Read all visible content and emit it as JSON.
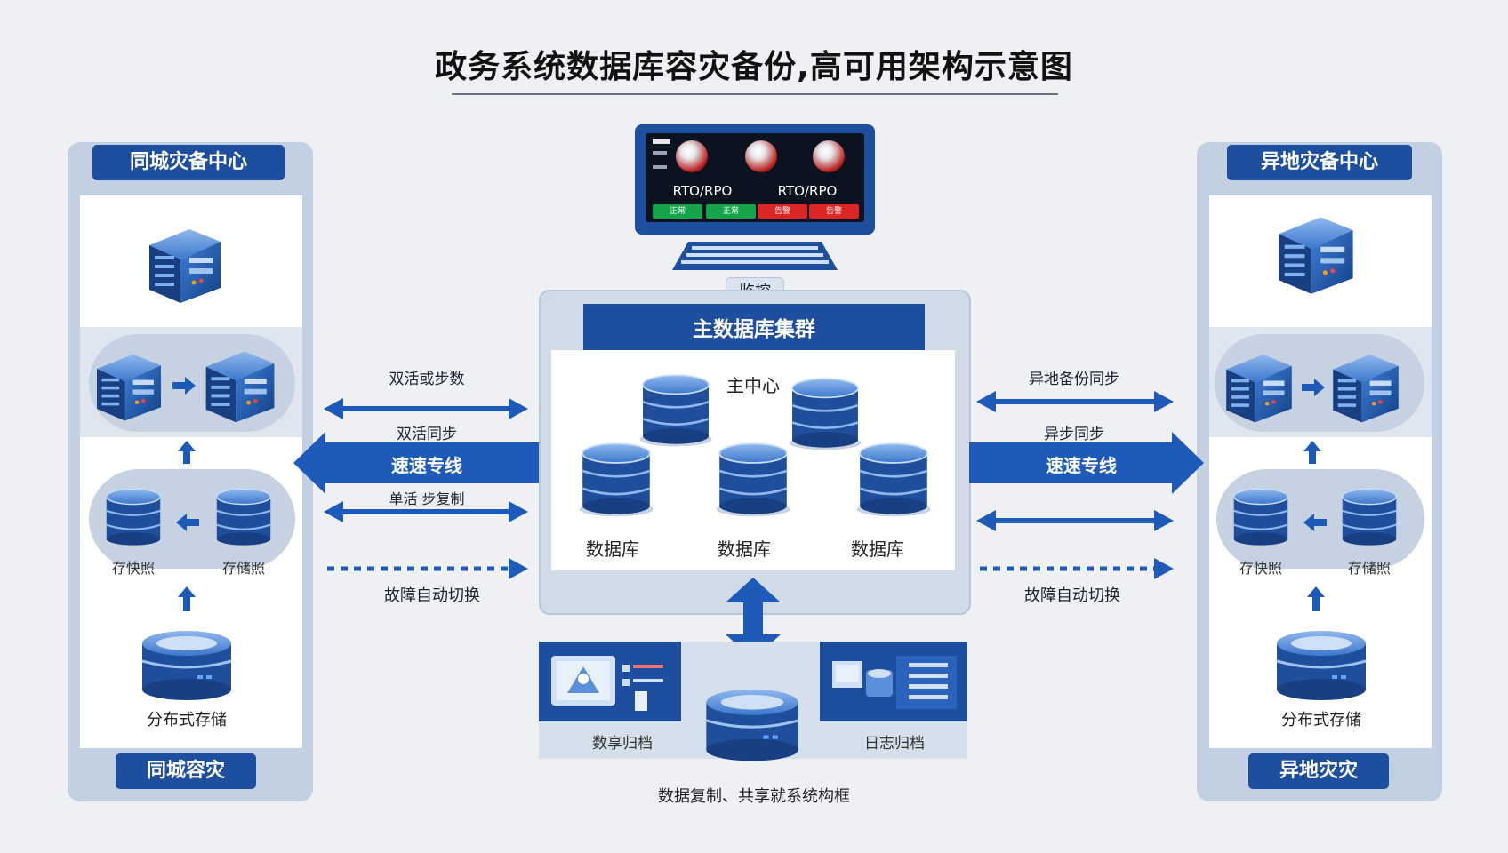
{
  "title": "政务系统数据库容灾备份,高可用架构示意图",
  "left": {
    "header": "同城灾备中心",
    "footer": "同城容灾",
    "left_db_label": "存快照",
    "right_db_label": "存储照",
    "storage_label": "分布式存储"
  },
  "right": {
    "header": "异地灾备中心",
    "footer": "异地灾灾",
    "left_db_label": "存快照",
    "right_db_label": "存储照",
    "storage_label": "分布式存储"
  },
  "monitor": {
    "screen_label_1": "RTO/RPO",
    "screen_label_2": "RTO/RPO",
    "pill_1": "正常",
    "pill_2": "正常",
    "pill_3": "告警",
    "pill_4": "告警",
    "tag": "监控"
  },
  "center": {
    "header": "主数据库集群",
    "main_label": "主中心",
    "db_labels": [
      "数据库",
      "数据库",
      "数据库"
    ]
  },
  "left_links": {
    "top_label": "双活或步数",
    "sync_label": "双活同步",
    "line_label": "速速专线",
    "async_label": "单活  步复制",
    "failover_label": "故障自动切换"
  },
  "right_links": {
    "top_label": "异地备份同步",
    "sync_label": "异步同步",
    "line_label": "速速专线",
    "failover_label": "故障自动切换"
  },
  "bottom": {
    "left_label": "数享归档",
    "right_label": "日志归档",
    "caption": "数据复制、共享就系统构框"
  },
  "colors": {
    "brand": "#1d4f9e",
    "arrow": "#1e5bb8",
    "ok": "#16a34a",
    "alert": "#dc2626"
  }
}
